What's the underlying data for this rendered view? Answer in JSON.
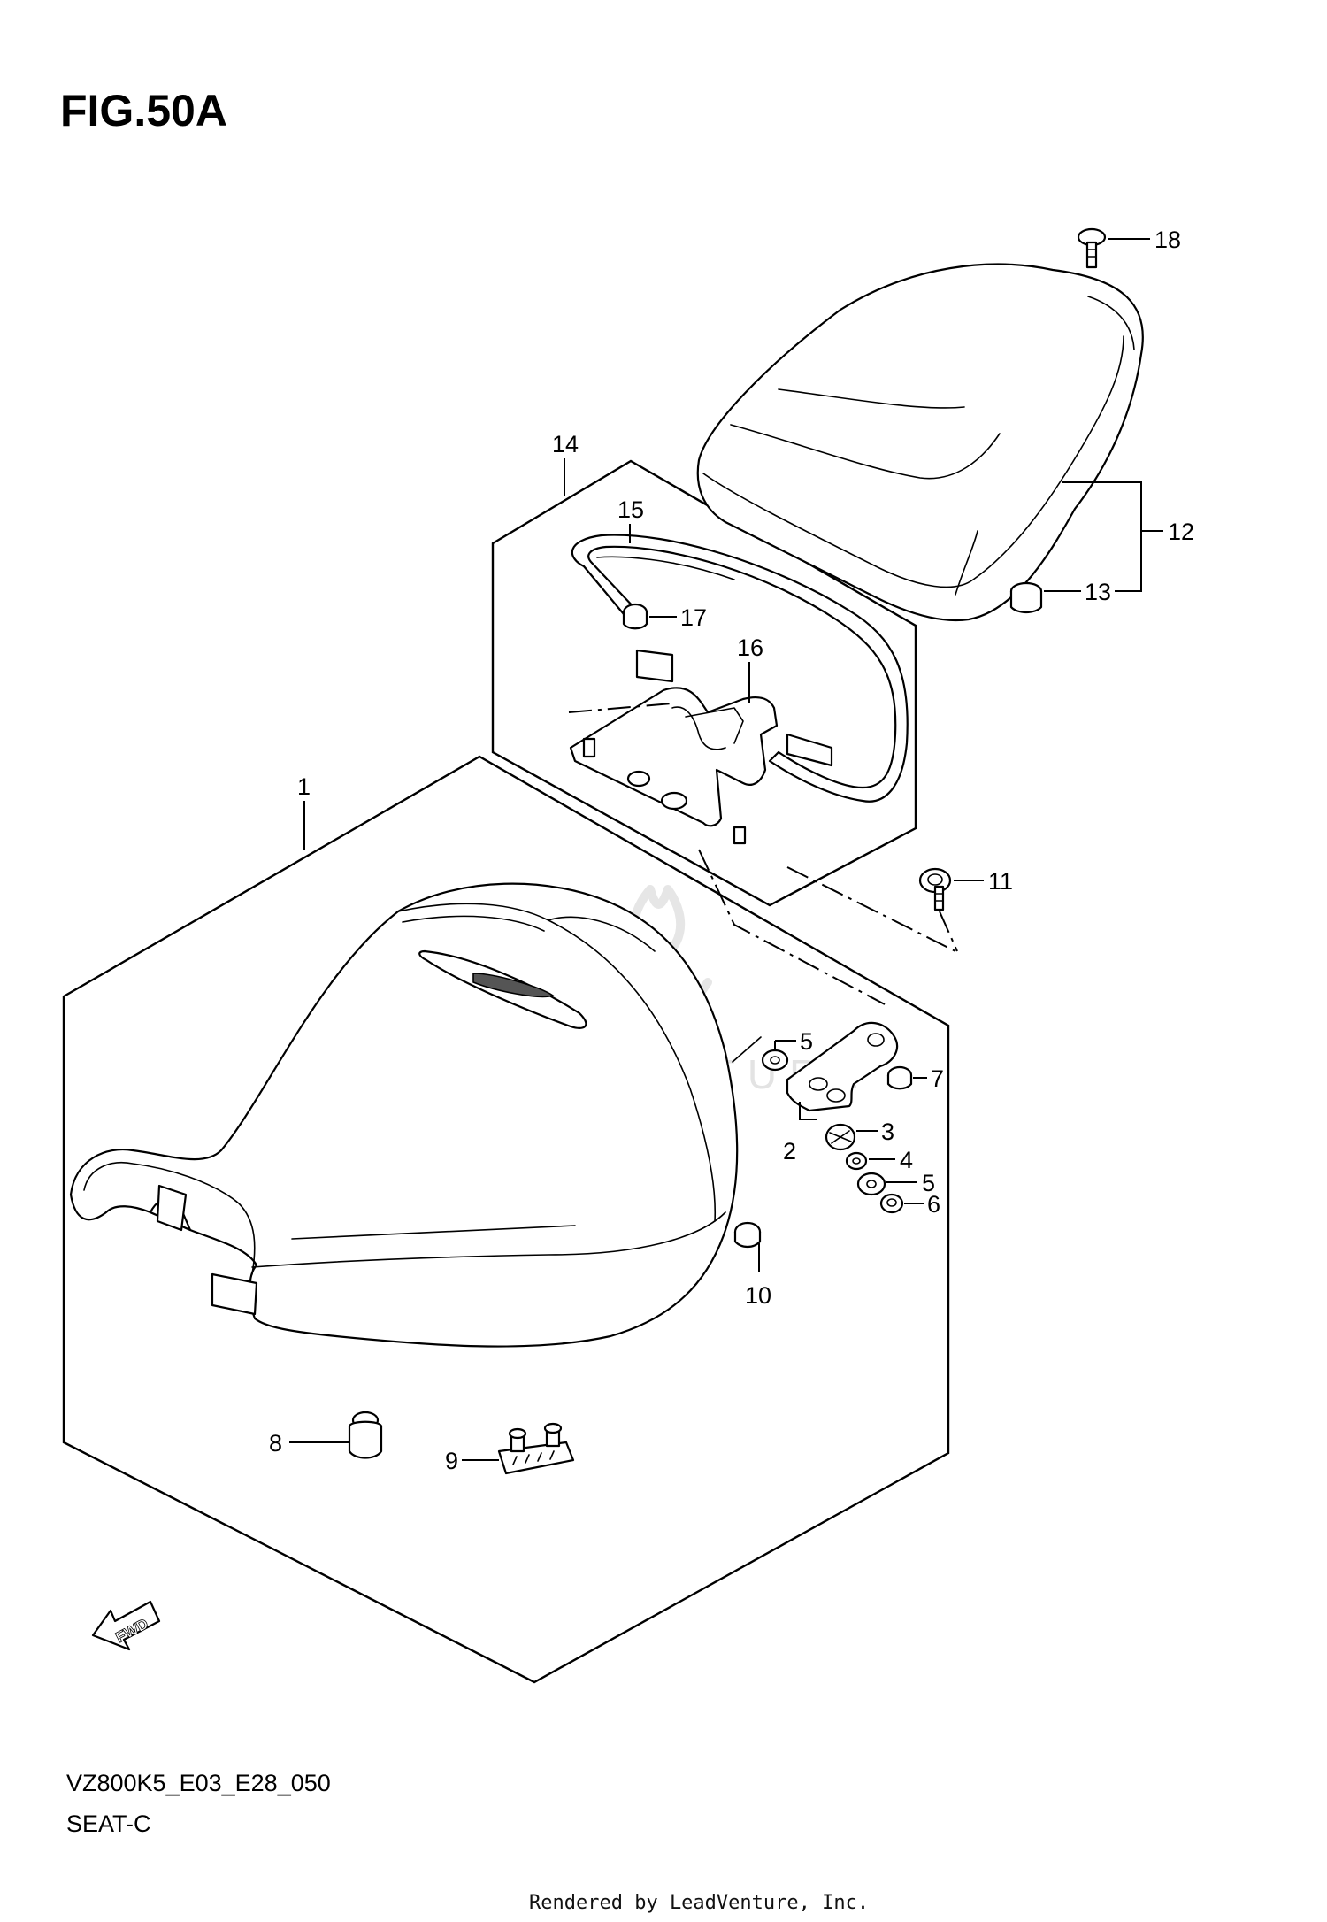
{
  "figure": {
    "title": "FIG.50A",
    "model_code": "VZ800K5_E03_E28_050",
    "section_name": "SEAT-C",
    "credit": "Rendered by LeadVenture, Inc.",
    "watermark": "LEADVENTURE"
  },
  "callouts": {
    "c1": "1",
    "c2": "2",
    "c3": "3",
    "c4": "4",
    "c5a": "5",
    "c5b": "5",
    "c6": "6",
    "c7": "7",
    "c8": "8",
    "c9": "9",
    "c10": "10",
    "c11": "11",
    "c12": "12",
    "c13": "13",
    "c14": "14",
    "c15": "15",
    "c16": "16",
    "c17": "17",
    "c18": "18"
  },
  "fwd_label": "FWD",
  "icons": {
    "forward_arrow": "fwd-arrow-icon",
    "watermark_logo": "leadventure-logo-icon"
  }
}
